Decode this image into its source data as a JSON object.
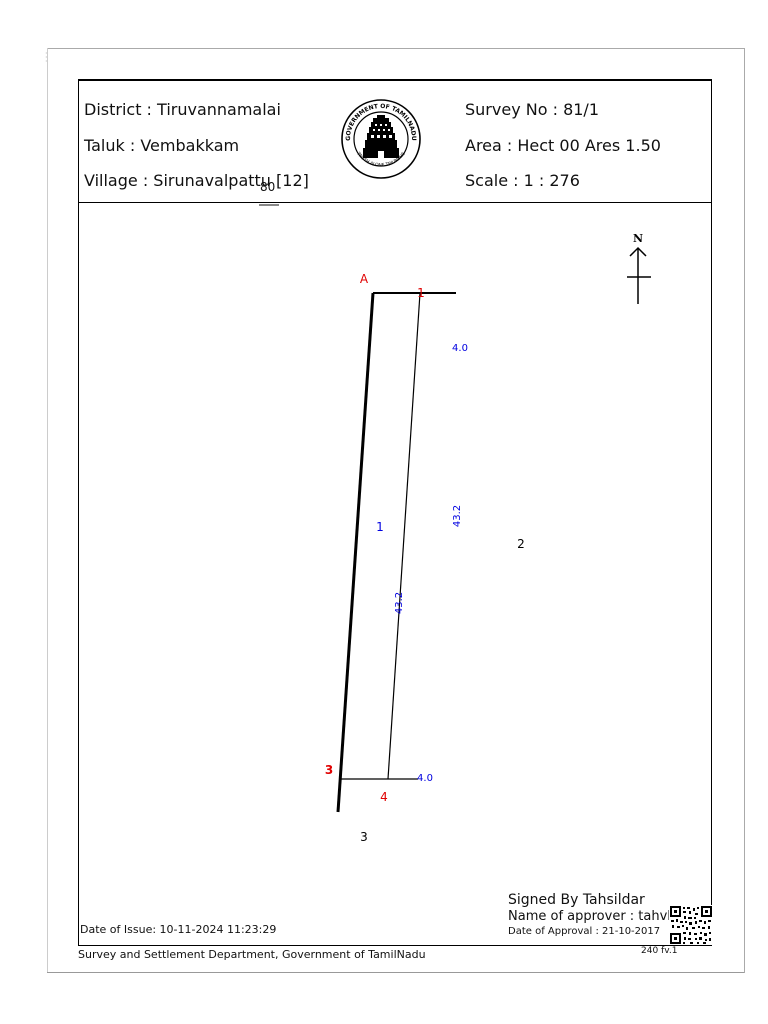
{
  "header": {
    "district": "District : Tiruvannamalai",
    "taluk": "Taluk : Vembakkam",
    "village": "Village : Sirunavalpattu [12]",
    "survey_no": "Survey No : 81/1",
    "area": "Area : Hect 00 Ares 1.50",
    "scale": "Scale : 1 : 276"
  },
  "seal": {
    "ring_top": "GOVERNMENT OF TAMILNADU",
    "ring_bottom": "TRUTH ALONE TRIUMPHS"
  },
  "overlap_label": "80",
  "north_label": "N",
  "map": {
    "vertex_labels": [
      "A",
      "1",
      "3",
      "4"
    ],
    "measurements": [
      "4.0",
      "43.2",
      "43.2",
      "4.0"
    ],
    "plot_labels": [
      "1",
      "2",
      "3"
    ]
  },
  "footer": {
    "date_of_issue": "Date of Issue: 10-11-2024 11:23:29",
    "signed_by": "Signed By Tahsildar",
    "approver": "Name of approver : tahvl",
    "date_of_approval": "Date of Approval : 21-10-2017",
    "department": "Survey and Settlement Department, Government of TamilNadu",
    "version": "240 fv.1"
  },
  "colors": {
    "vertex_label": "#e00000",
    "measurement": "#0000e0",
    "line": "#000000"
  }
}
